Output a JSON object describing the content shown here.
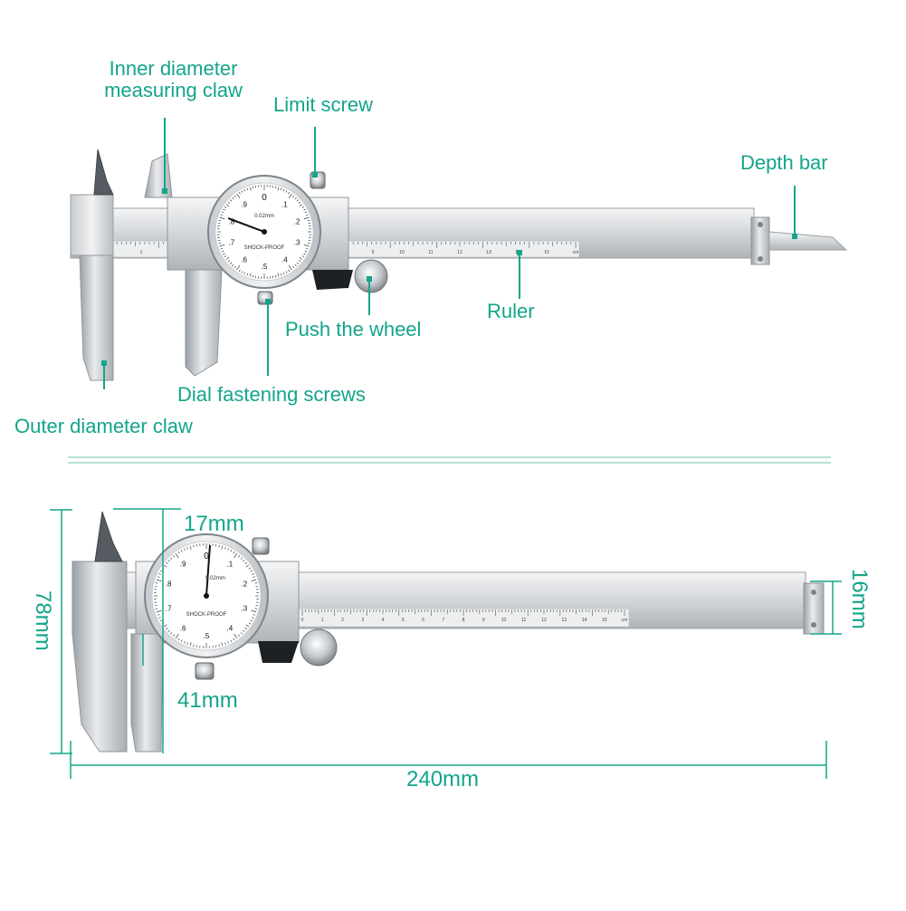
{
  "accent_color": "#13a58a",
  "top_labels": {
    "inner_claw": "Inner diameter measuring claw",
    "limit_screw": "Limit screw",
    "depth_bar": "Depth bar",
    "ruler": "Ruler",
    "push_wheel": "Push the wheel",
    "dial_screws": "Dial fastening screws",
    "outer_claw": "Outer diameter claw"
  },
  "dimensions": {
    "jaw_width": "17mm",
    "dial_dia": "41mm",
    "height": "78mm",
    "beam_height": "16mm",
    "length": "240mm"
  },
  "dial_text": {
    "resolution": "0.02mm",
    "brand": "SHOCK-PROOF",
    "marks": [
      ".1",
      ".2",
      ".3",
      ".4",
      ".5",
      ".6",
      ".7",
      ".8",
      ".9",
      "0"
    ]
  },
  "ruler_marks": [
    "0",
    "1",
    "2",
    "3",
    "4",
    "5",
    "6",
    "7",
    "8",
    "9",
    "10",
    "11",
    "12",
    "13",
    "14",
    "15",
    "cm"
  ]
}
